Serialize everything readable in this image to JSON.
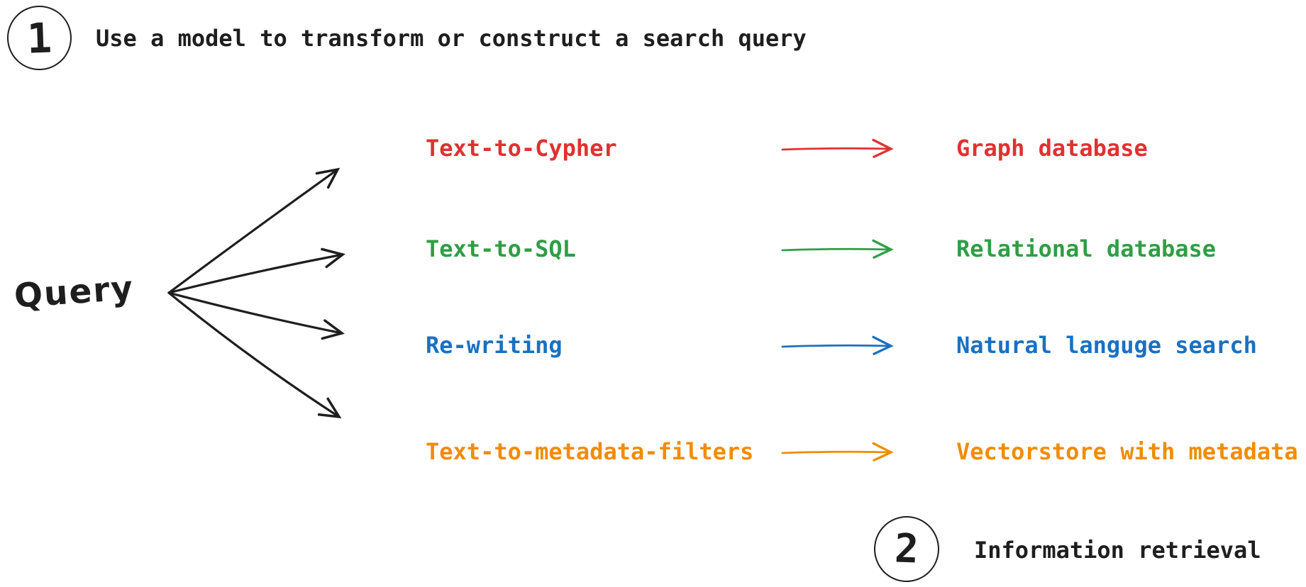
{
  "colors": {
    "black": "#1e1e1e",
    "red": "#e03131",
    "green": "#2f9e44",
    "blue": "#1971c2",
    "orange": "#f08c00"
  },
  "steps": [
    {
      "number": "1",
      "label": "Use a model to transform or construct a search query"
    },
    {
      "number": "2",
      "label": "Information retrieval"
    }
  ],
  "query_label": "Query",
  "rows": [
    {
      "method": "Text-to-Cypher",
      "target": "Graph database",
      "color": "red"
    },
    {
      "method": "Text-to-SQL",
      "target": "Relational database",
      "color": "green"
    },
    {
      "method": "Re-writing",
      "target": "Natural languge search",
      "color": "blue"
    },
    {
      "method": "Text-to-metadata-filters",
      "target": "Vectorstore with metadata",
      "color": "orange"
    }
  ]
}
